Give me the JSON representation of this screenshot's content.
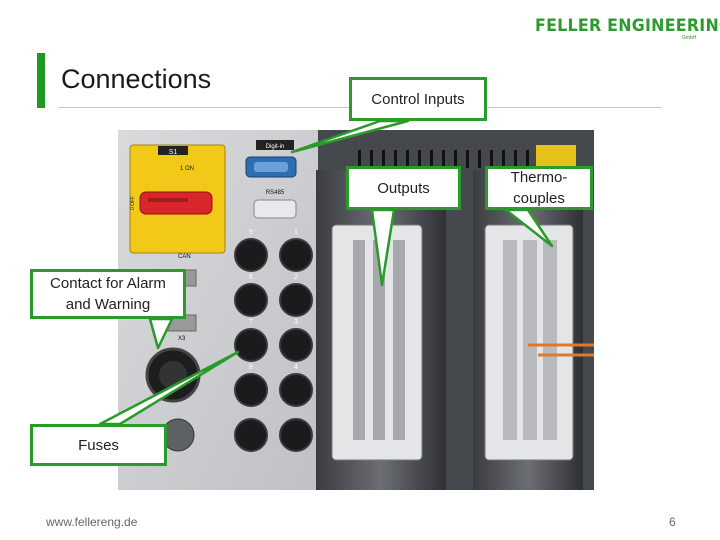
{
  "brand": {
    "logo_text": "FELLER ENGINEERING",
    "logo_sub": "GmbH",
    "accent": "#2c9a2c"
  },
  "slide": {
    "title": "Connections"
  },
  "photo": {
    "labels": {
      "s1": "S1",
      "on": "1 ON",
      "off": "0 OFF",
      "digit_in": "Digit-in",
      "rs485": "RS485",
      "can": "CAN",
      "x3": "X3"
    },
    "fuse_numbers": [
      "5",
      "1",
      "6",
      "2",
      "7",
      "3",
      "8",
      "4"
    ]
  },
  "callouts": {
    "control_inputs": "Control Inputs",
    "outputs": "Outputs",
    "thermocouples_line1": "Thermo-",
    "thermocouples_line2": "couples",
    "alarm_line1": "Contact for Alarm",
    "alarm_line2": "and Warning",
    "fuses": "Fuses"
  },
  "footer": {
    "url": "www.fellereng.de",
    "page_number": "6"
  }
}
